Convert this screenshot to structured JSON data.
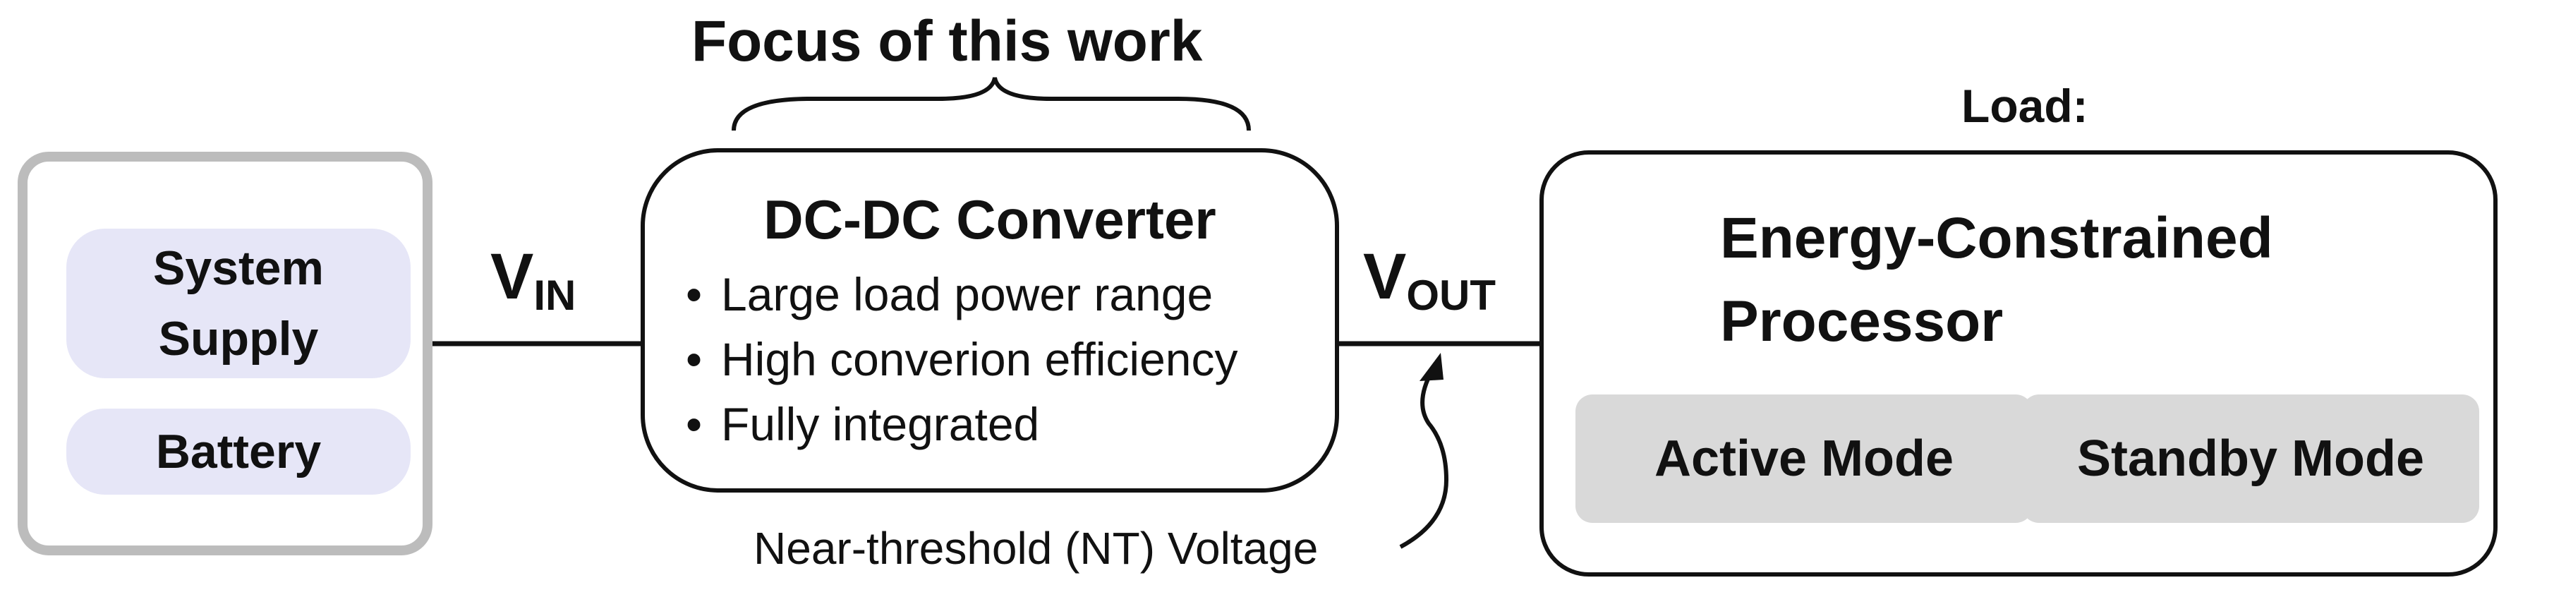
{
  "title": "Focus of this work",
  "supply": {
    "system_supply_line1": "System",
    "system_supply_line2": "Supply",
    "battery": "Battery"
  },
  "vin": {
    "main": "V",
    "sub": "IN"
  },
  "converter": {
    "title": "DC-DC Converter",
    "bullets": [
      "Large load power range",
      "High converion efficiency",
      "Fully integrated"
    ],
    "bullet_glyph": "•"
  },
  "vout": {
    "main": "V",
    "sub": "OUT"
  },
  "annotation": "Near-threshold (NT) Voltage",
  "load": {
    "label": "Load:",
    "title_line1": "Energy-Constrained",
    "title_line2": "Processor",
    "modes": [
      "Active Mode",
      "Standby Mode"
    ]
  },
  "colors": {
    "supply_border": "#bcbcbc",
    "pill_fill": "#e6e6f7",
    "mode_fill": "#d9d9d9",
    "stroke": "#111111"
  }
}
